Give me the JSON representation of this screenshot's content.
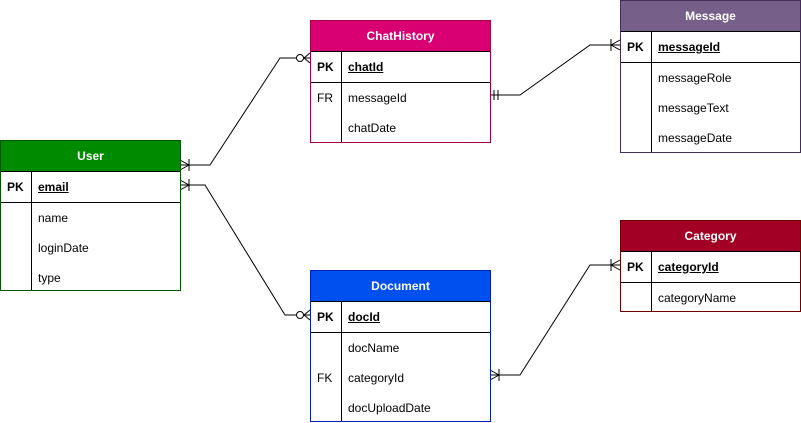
{
  "entities": {
    "chathistory": {
      "title": "ChatHistory",
      "color": "#d80073",
      "pk": {
        "key": "PK",
        "field": "chatId"
      },
      "fields": [
        {
          "key": "FR",
          "field": "messageId"
        },
        {
          "key": "",
          "field": "chatDate"
        }
      ]
    },
    "message": {
      "title": "Message",
      "color": "#76608a",
      "pk": {
        "key": "PK",
        "field": "messageId"
      },
      "fields": [
        {
          "key": "",
          "field": "messageRole"
        },
        {
          "key": "",
          "field": "messageText"
        },
        {
          "key": "",
          "field": "messageDate"
        }
      ]
    },
    "user": {
      "title": "User",
      "color": "#008a00",
      "pk": {
        "key": "PK",
        "field": "email"
      },
      "fields": [
        {
          "key": "",
          "field": "name"
        },
        {
          "key": "",
          "field": "loginDate"
        },
        {
          "key": "",
          "field": "type"
        }
      ]
    },
    "category": {
      "title": "Category",
      "color": "#a20025",
      "pk": {
        "key": "PK",
        "field": "categoryId"
      },
      "fields": [
        {
          "key": "",
          "field": "categoryName"
        }
      ]
    },
    "document": {
      "title": "Document",
      "color": "#0050ef",
      "pk": {
        "key": "PK",
        "field": "docId"
      },
      "fields": [
        {
          "key": "",
          "field": "docName"
        },
        {
          "key": "FK",
          "field": "categoryId"
        },
        {
          "key": "",
          "field": "docUploadDate"
        }
      ]
    }
  },
  "relationships": [
    {
      "from": "user.email",
      "from_cardinality": "one-or-many",
      "to": "chathistory.chatId",
      "to_cardinality": "zero-or-many"
    },
    {
      "from": "chathistory.messageId",
      "from_cardinality": "one-and-only-one",
      "to": "message.messageId",
      "to_cardinality": "one-or-many"
    },
    {
      "from": "user.email",
      "from_cardinality": "one-or-many",
      "to": "document.docId",
      "to_cardinality": "zero-or-many"
    },
    {
      "from": "document.categoryId",
      "from_cardinality": "one-or-many",
      "to": "category.categoryId",
      "to_cardinality": "one-or-many"
    }
  ]
}
